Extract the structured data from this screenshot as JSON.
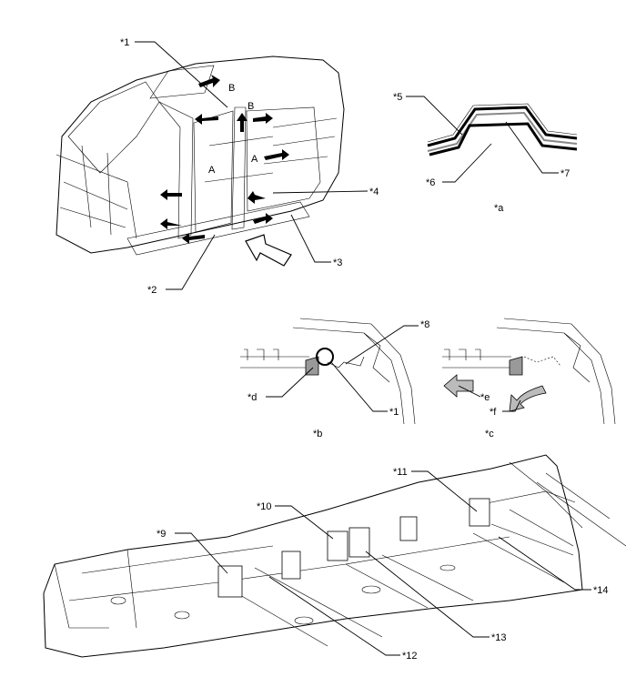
{
  "top_view": {
    "callouts": [
      "*1",
      "*2",
      "*3",
      "*4"
    ],
    "markers": [
      "A",
      "A",
      "B",
      "B"
    ]
  },
  "section_a": {
    "callouts": [
      "*5",
      "*6",
      "*7"
    ],
    "caption": "*a"
  },
  "section_b": {
    "callouts": [
      "*8",
      "*d",
      "*1"
    ],
    "caption": "*b"
  },
  "section_c": {
    "callouts": [
      "*e",
      "*f"
    ],
    "caption": "*c"
  },
  "bottom_view": {
    "callouts": [
      "*9",
      "*10",
      "*11",
      "*12",
      "*13",
      "*14"
    ]
  }
}
